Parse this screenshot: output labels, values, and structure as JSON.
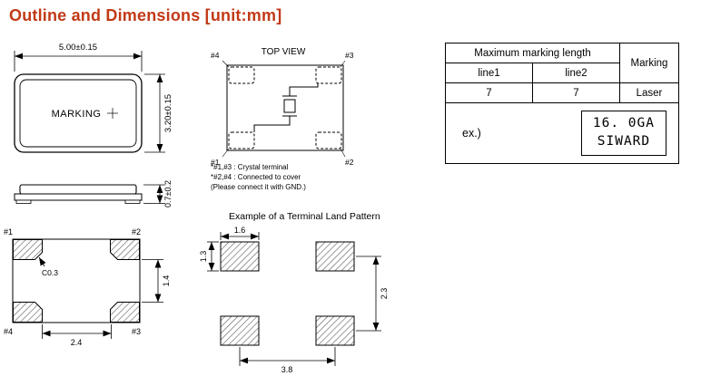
{
  "title": "Outline and Dimensions [unit:mm]",
  "colors": {
    "title_accent": "#c23a17",
    "line": "#000000",
    "hatch": "#666666"
  },
  "package_top": {
    "dim_width": "5.00±0.15",
    "dim_height": "3.20±0.15",
    "marking": "MARKING"
  },
  "package_side": {
    "dim_thickness": "0.7±0.2"
  },
  "bottom_view": {
    "pin1": "#1",
    "pin2": "#2",
    "pin3": "#3",
    "pin4": "#4",
    "chamfer": "C0.3",
    "dim_pad_height": "1.4",
    "dim_pad_gap": "2.4"
  },
  "top_view": {
    "title": "TOP VIEW",
    "pin1": "#1",
    "pin2": "#2",
    "pin3": "#3",
    "pin4": "#4",
    "notes": [
      "*#1,#3 : Crystal terminal",
      "*#2,#4 : Connected to cover",
      "(Please connect it with GND.)"
    ]
  },
  "land_pattern": {
    "title": "Example of a Terminal Land Pattern",
    "dim_pad_width": "1.6",
    "dim_pad_height": "1.3",
    "dim_pitch_vertical": "2.3",
    "dim_pitch_horizontal": "3.8"
  },
  "marking_table": {
    "header": "Maximum marking length",
    "marking_col": "Marking",
    "line1_label": "line1",
    "line2_label": "line2",
    "line1_value": "7",
    "line2_value": "7",
    "marking_value": "Laser",
    "example_label": "ex.)",
    "example_line1": "16. 0GA",
    "example_line2": "SIWARD"
  }
}
